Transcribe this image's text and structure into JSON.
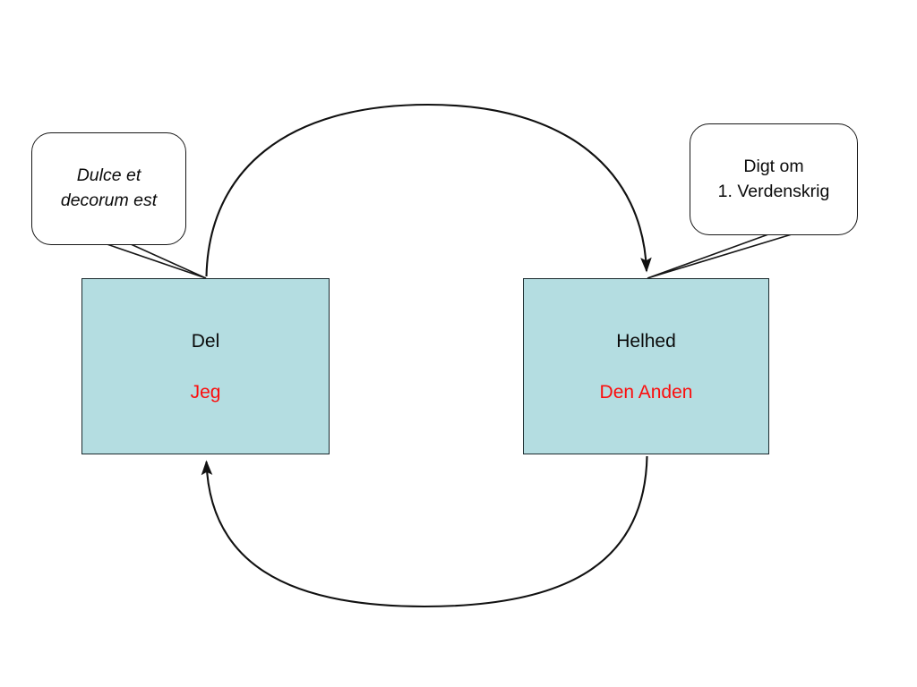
{
  "diagram": {
    "type": "concept-relationship-diagram",
    "language": "da",
    "background_color": "#ffffff",
    "boxes": [
      {
        "id": "del",
        "title": "Del",
        "subtitle": "Jeg",
        "title_color": "#0a0a0a",
        "subtitle_color": "#fc0d0d",
        "fill_color": "#b4dde1",
        "border_color": "#1b2a2e"
      },
      {
        "id": "helhed",
        "title": "Helhed",
        "subtitle": "Den Anden",
        "title_color": "#0a0a0a",
        "subtitle_color": "#fc0d0d",
        "fill_color": "#b4dde1",
        "border_color": "#1b2a2e"
      }
    ],
    "callouts": [
      {
        "id": "dulce",
        "text": "Dulce et\ndecorum est",
        "style": "italic",
        "points_to": "del"
      },
      {
        "id": "digt",
        "text": "Digt om\n1. Verdenskrig",
        "style": "normal",
        "points_to": "helhed"
      }
    ],
    "connectors": [
      {
        "id": "top-arc",
        "from": "del",
        "to": "helhed",
        "shape": "arc",
        "direction": "left-to-right",
        "arrowhead": "end",
        "color": "#111111"
      },
      {
        "id": "bottom-arc",
        "from": "helhed",
        "to": "del",
        "shape": "arc",
        "direction": "right-to-left",
        "arrowhead": "end",
        "color": "#111111"
      }
    ]
  }
}
